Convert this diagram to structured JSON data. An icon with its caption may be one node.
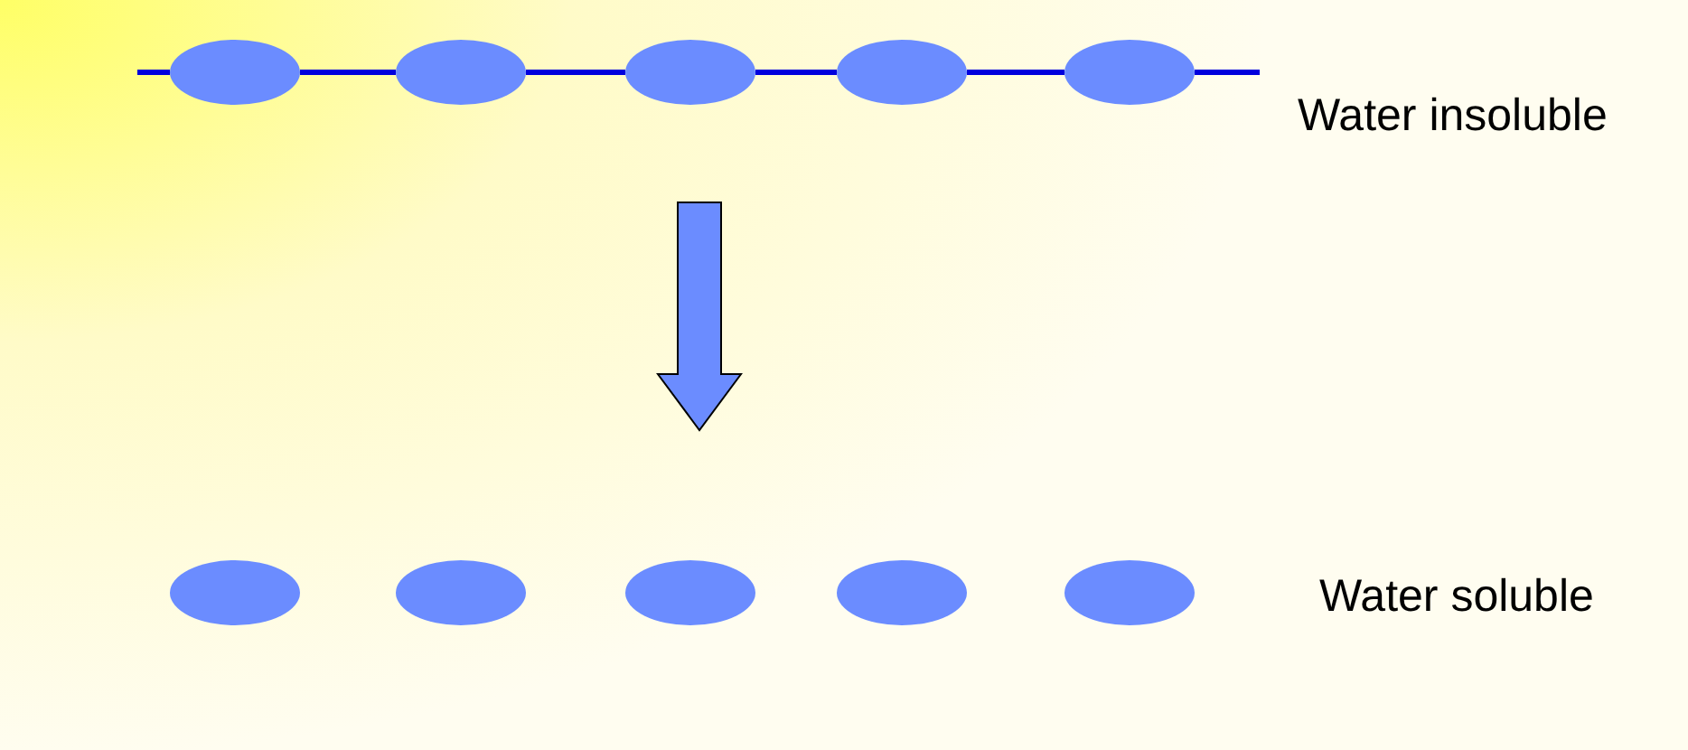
{
  "diagram": {
    "nodes": [
      {
        "text": [],
        "shape": "ellipse"
      },
      {
        "text": [],
        "shape": "ellipse"
      },
      {
        "text": [],
        "shape": "ellipse"
      },
      {
        "text": [],
        "shape": "ellipse"
      },
      {
        "text": [],
        "shape": "ellipse"
      },
      {
        "text": [],
        "shape": "ellipse"
      },
      {
        "text": [],
        "shape": "ellipse"
      },
      {
        "text": [],
        "shape": "ellipse"
      },
      {
        "text": [],
        "shape": "ellipse"
      },
      {
        "text": [],
        "shape": "ellipse"
      }
    ],
    "edges": [
      {
        "from": null,
        "to": 0,
        "arrow": "none"
      },
      {
        "from": 0,
        "to": 1,
        "arrow": "none"
      },
      {
        "from": 1,
        "to": 2,
        "arrow": "none"
      },
      {
        "from": 2,
        "to": 3,
        "arrow": "none"
      },
      {
        "from": 3,
        "to": 4,
        "arrow": "none"
      },
      {
        "from": 4,
        "to": null,
        "arrow": "none"
      }
    ],
    "labels": [
      "Water insoluble",
      "Water soluble"
    ]
  }
}
